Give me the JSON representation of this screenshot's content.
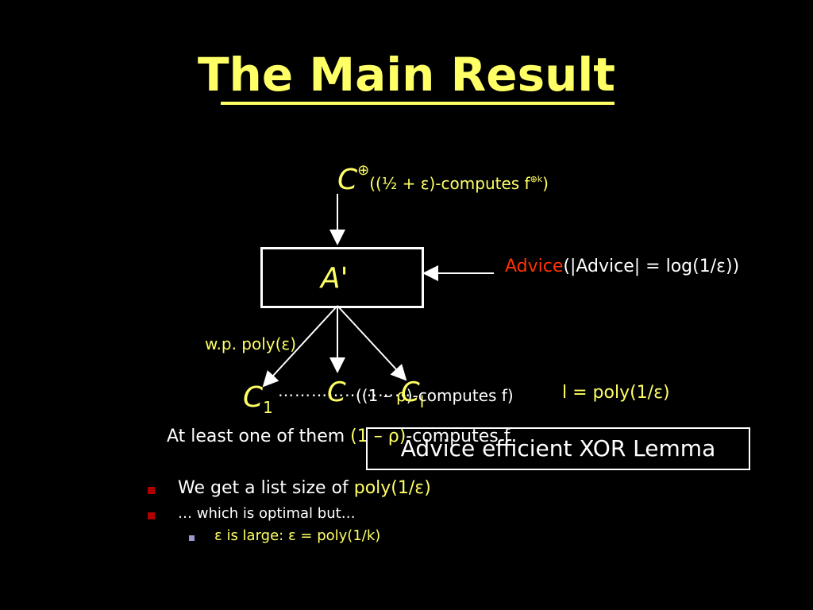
{
  "slide": {
    "title": "The Main Result",
    "top_label": {
      "c": "C",
      "oplus": "⊕",
      "text_a": "((½ + ε)-computes f",
      "sup": "⊕k",
      "text_b": ")"
    },
    "box_label": "A'",
    "advice": {
      "word": "Advice",
      "rest": "(|Advice| = log(1/ε))"
    },
    "wp": "w.p. poly(ε)",
    "c1": {
      "c": "C",
      "sub": "1"
    },
    "cmid": "C",
    "cl": {
      "c": "C",
      "sub": "l"
    },
    "computes": {
      "a": "((1 – ",
      "rho": "ρ",
      "b": ")-computes f)"
    },
    "dots": "……………………",
    "lpoly": "l = poly(1/ε)",
    "atleast": {
      "a": "At least one of them ",
      "b": "(1 – ρ)",
      "c": "-computes f"
    },
    "xor_box": "Advice efficient XOR Lemma",
    "bullets": {
      "b1_a": "We get a list size of ",
      "b1_b": "poly(1/ε)",
      "b2": "… which is optimal but…",
      "b3_a": "ε is large: ",
      "b3_b": "ε = poly(1/k)"
    },
    "colors": {
      "background": "#000000",
      "accent": "#ffff66",
      "highlight": "#ff3300",
      "text": "#ffffff"
    }
  }
}
